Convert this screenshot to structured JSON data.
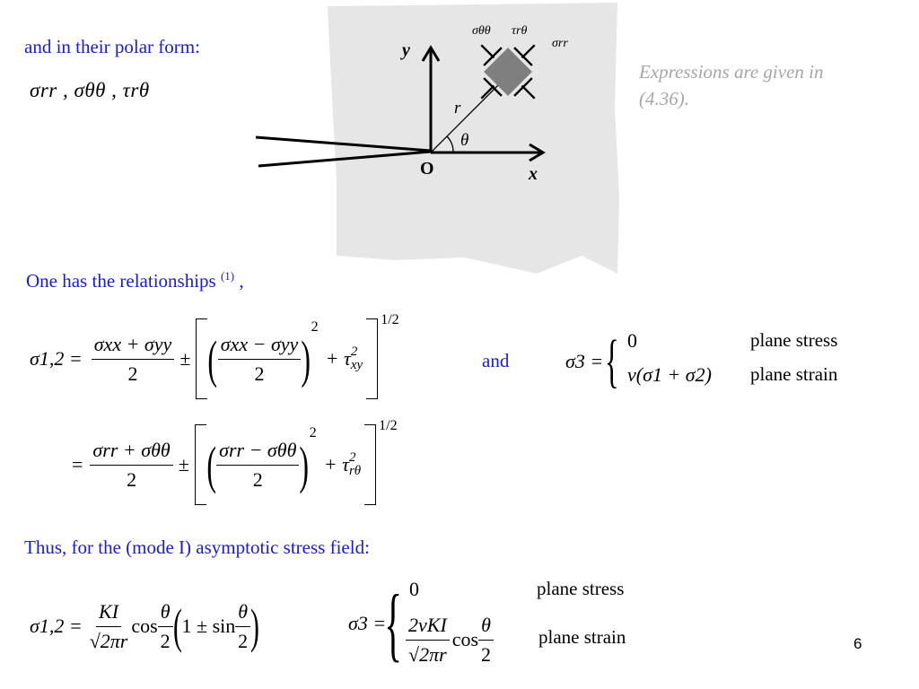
{
  "intro": {
    "text": "and in their polar form:"
  },
  "polar_components": "σrr ,  σθθ ,   τrθ",
  "figure": {
    "y_label": "y",
    "x_label": "x",
    "origin_label": "O",
    "r_label": "r",
    "theta_label": "θ",
    "stress_labels": {
      "s_tt": "σθθ",
      "t_rt": "τrθ",
      "s_rr": "σrr"
    },
    "colors": {
      "plate": "#e6e6e6",
      "element": "#7f7f7f"
    }
  },
  "note": {
    "line1": "Expressions are given in",
    "line2": "(4.36)."
  },
  "relationships": {
    "text": "One has the relationships",
    "ref": "(1)",
    "comma": ","
  },
  "eq1": {
    "lhs": "σ1,2 =",
    "num": "σxx + σyy",
    "den": "2",
    "pm": "±",
    "inner_num": "σxx − σyy",
    "inner_den": "2",
    "sq": "2",
    "plus_tau": "+ τ",
    "tau_sup": "2",
    "tau_sub": "xy",
    "half": "1/2"
  },
  "and_word": "and",
  "eq_sigma3": {
    "lhs": "σ3 =",
    "case1": "0",
    "case1_label": "plane stress",
    "case2": "ν(σ1 + σ2)",
    "case2_label": "plane strain"
  },
  "eq2": {
    "lhs": "=",
    "num": "σrr + σθθ",
    "den": "2",
    "pm": "±",
    "inner_num": "σrr − σθθ",
    "inner_den": "2",
    "sq": "2",
    "plus_tau": "+ τ",
    "tau_sup": "2",
    "tau_sub": "rθ",
    "half": "1/2"
  },
  "thus": {
    "text": "Thus, for the (mode I) asymptotic stress field:"
  },
  "eq3": {
    "lhs": "σ1,2 =",
    "num": "KI",
    "den": "√2πr",
    "cos": "cos",
    "theta_num": "θ",
    "theta_den": "2",
    "one_pm_sin": "1 ± sin",
    "theta2_num": "θ",
    "theta2_den": "2"
  },
  "eq4": {
    "lhs": "σ3 =",
    "case1": "0",
    "case1_label": "plane stress",
    "case2_num": "2νKI",
    "case2_den": "√2πr",
    "case2_cos": "cos",
    "case2_theta_num": "θ",
    "case2_theta_den": "2",
    "case2_label": "plane strain"
  },
  "page_number": "6"
}
